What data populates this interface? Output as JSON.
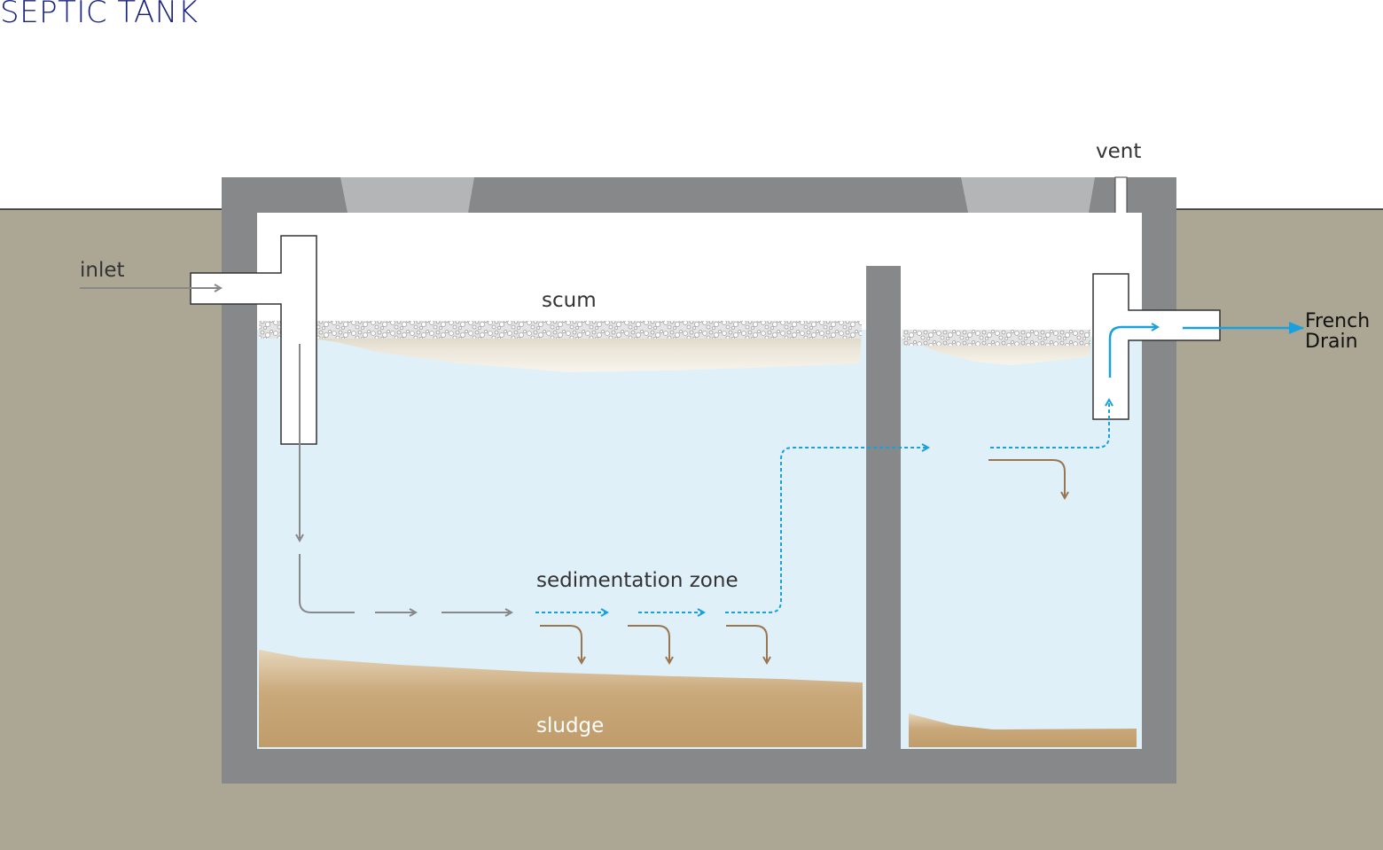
{
  "title": "SEPTIC TANK",
  "labels": {
    "vent": "vent",
    "inlet": "inlet",
    "scum": "scum",
    "sedimentation_zone": "sedimentation zone",
    "sludge": "sludge",
    "french_drain_line1": "French",
    "french_drain_line2": "Drain"
  },
  "colors": {
    "title": "#1a237e",
    "soil": "#aba794",
    "concrete": "#87888a",
    "manhole": "#b4b5b7",
    "water": "#dff0f9",
    "sludge": "#c4a375",
    "gray_flow": "#888888",
    "blue_flow": "#1aa0dc",
    "brown_flow": "#9a7650"
  }
}
